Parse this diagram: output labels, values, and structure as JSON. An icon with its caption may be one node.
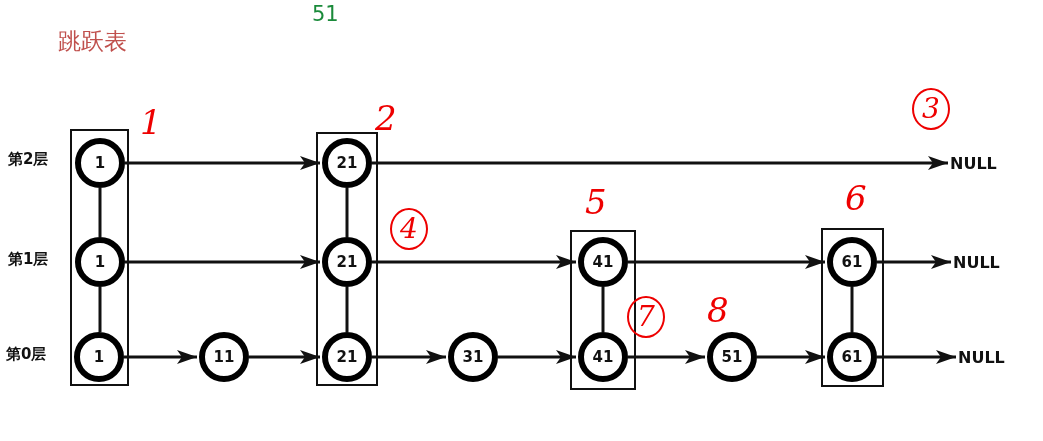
{
  "diagram": {
    "title": "跳跃表",
    "nodes": [
      {
        "text": [],
        "shape": "box"
      },
      {
        "text": [
          "1"
        ],
        "in": 0
      },
      {
        "text": [
          "1"
        ],
        "in": 0
      },
      {
        "text": [
          "1"
        ],
        "in": 0
      },
      {
        "text": [
          "11"
        ]
      },
      {
        "text": [],
        "shape": "box"
      },
      {
        "text": [
          "21"
        ],
        "in": 5
      },
      {
        "text": [
          "21"
        ],
        "in": 5
      },
      {
        "text": [
          "21"
        ],
        "in": 5
      },
      {
        "text": [
          "31"
        ]
      },
      {
        "text": [],
        "shape": "box"
      },
      {
        "text": [
          "41"
        ],
        "in": 10
      },
      {
        "text": [
          "41"
        ],
        "in": 10
      },
      {
        "text": [
          "51"
        ]
      },
      {
        "text": [],
        "shape": "box"
      },
      {
        "text": [
          "61"
        ],
        "in": 14
      },
      {
        "text": [
          "61"
        ],
        "in": 14
      },
      {
        "text": [
          "NULL"
        ]
      },
      {
        "text": [
          "NULL"
        ]
      },
      {
        "text": [
          "NULL"
        ]
      }
    ],
    "edges": [
      {
        "from": 1,
        "to": 6,
        "arrow": "to"
      },
      {
        "from": 1,
        "to": 2,
        "arrow": "none"
      },
      {
        "from": 2,
        "to": 7,
        "arrow": "to"
      },
      {
        "from": 2,
        "to": 3,
        "arrow": "none"
      },
      {
        "from": 3,
        "to": 4,
        "arrow": "to"
      },
      {
        "from": 4,
        "to": 8,
        "arrow": "to"
      },
      {
        "from": 6,
        "to": 17,
        "arrow": "to"
      },
      {
        "from": 6,
        "to": 7,
        "arrow": "none"
      },
      {
        "from": 7,
        "to": 11,
        "arrow": "to"
      },
      {
        "from": 7,
        "to": 8,
        "arrow": "none"
      },
      {
        "from": 8,
        "to": 9,
        "arrow": "to"
      },
      {
        "from": 9,
        "to": 12,
        "arrow": "to"
      },
      {
        "from": 11,
        "to": 15,
        "arrow": "to"
      },
      {
        "from": 11,
        "to": 12,
        "arrow": "none"
      },
      {
        "from": 12,
        "to": 13,
        "arrow": "to"
      },
      {
        "from": 13,
        "to": 16,
        "arrow": "to"
      },
      {
        "from": 15,
        "to": 18,
        "arrow": "to"
      },
      {
        "from": 15,
        "to": 16,
        "arrow": "none"
      },
      {
        "from": 16,
        "to": 19,
        "arrow": "to"
      }
    ],
    "labels": [
      "51",
      "1",
      "2",
      "3",
      "第2层",
      "4",
      "5",
      "6",
      "第1层",
      "7",
      "8",
      "第0层"
    ]
  }
}
